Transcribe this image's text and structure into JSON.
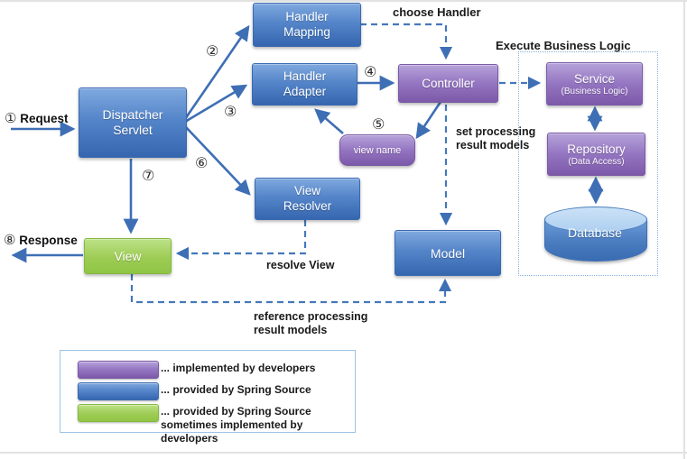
{
  "nodes": {
    "handler_mapping": {
      "label": "Handler\nMapping"
    },
    "handler_adapter": {
      "label": "Handler\nAdapter"
    },
    "dispatcher_servlet": {
      "label": "Dispatcher\nServlet"
    },
    "controller": {
      "label": "Controller"
    },
    "view_name": {
      "label": "view name"
    },
    "view_resolver": {
      "label": "View\nResolver"
    },
    "view": {
      "label": "View"
    },
    "model": {
      "label": "Model"
    },
    "service": {
      "label": "Service",
      "sublabel": "(Business Logic)"
    },
    "repository": {
      "label": "Repository",
      "sublabel": "(Data Access)"
    },
    "database": {
      "label": "Database"
    }
  },
  "annotations": {
    "step1": "①",
    "step2": "②",
    "step3": "③",
    "step4": "④",
    "step5": "⑤",
    "step6": "⑥",
    "step7": "⑦",
    "step8": "⑧",
    "request": "Request",
    "response": "Response",
    "choose_handler": "choose Handler",
    "execute_business_logic": "Execute Business Logic",
    "set_processing": "set processing\nresult models",
    "resolve_view": "resolve View",
    "reference_processing": "reference processing\nresult models"
  },
  "legend": {
    "items": [
      {
        "color_name": "purple",
        "label": "... implemented by developers"
      },
      {
        "color_name": "blue",
        "label": "... provided by Spring Source"
      },
      {
        "color_name": "green",
        "label": "... provided by Spring Source\nsometimes implemented by developers"
      }
    ]
  },
  "colors": {
    "blue_top": "#7FA9DF",
    "blue_bottom": "#3566AF",
    "purple_top": "#B6A3DA",
    "purple_bottom": "#7C59A9",
    "green_top": "#BCE287",
    "green_bottom": "#8FC545",
    "arrow": "#3E6FB5",
    "dotted_border": "#85AFD9",
    "legend_border": "#9DC3E6"
  }
}
